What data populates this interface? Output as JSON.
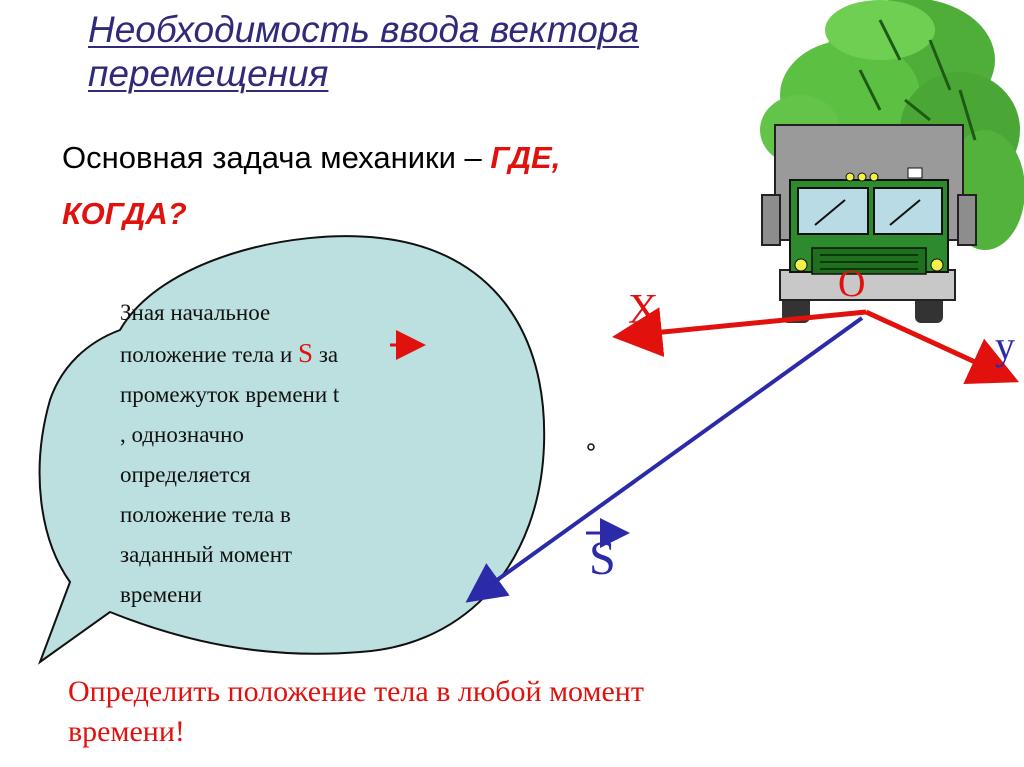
{
  "slide": {
    "title_line1": "Необходимость ввода вектора",
    "title_line2": "перемещения",
    "task_prefix": "Основная задача механики",
    "task_dash": "–",
    "task_where": "ГДЕ,",
    "task_when": "КОГДА?"
  },
  "bubble": {
    "line1": "Зная начальное",
    "line2_a": "положение тела и",
    "line2_s": "S",
    "line2_b": "за",
    "line3": "промежуток времени t",
    "line4": ", однозначно",
    "line5": "определяется",
    "line6": "положение тела в",
    "line7": "заданный  момент",
    "line8": "времени"
  },
  "diagram": {
    "axis_x_label": "X",
    "axis_y_label": "y",
    "origin_label": "O",
    "vector_label": "S"
  },
  "conclusion": {
    "line1": "Определить положение тела в любой момент",
    "line2": "времени!"
  },
  "colors": {
    "title": "#2f2b7a",
    "accent_red": "#e1120e",
    "vector_blue": "#2b2aa8",
    "bubble_fill": "#bcdfe0",
    "tree_green": "#55b83c",
    "cab_green": "#2d8a2d",
    "truck_gray": "#9a9a9a"
  }
}
